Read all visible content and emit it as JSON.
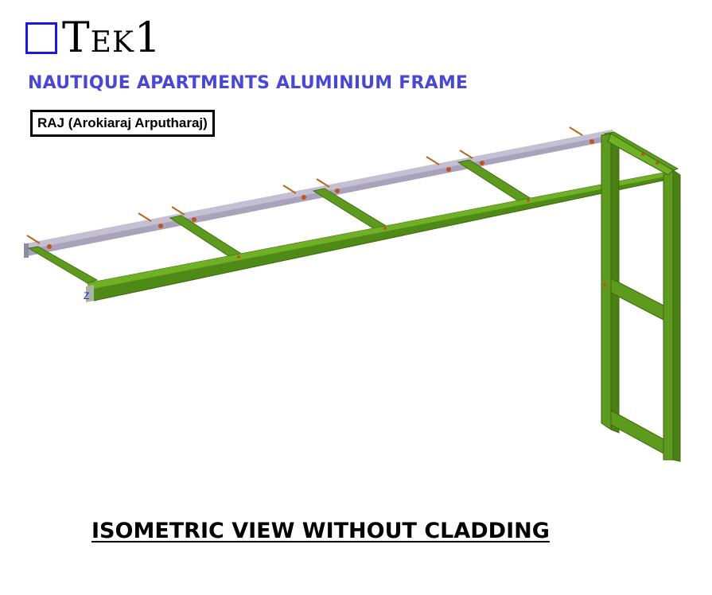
{
  "logo": {
    "text": "Tek1",
    "box_color": "#1a1ad8"
  },
  "header": {
    "title": "NAUTIQUE APARTMENTS ALUMINIUM FRAME",
    "author": "RAJ (Arokiaraj Arputharaj)"
  },
  "drawing": {
    "axis_label": "Z",
    "frame_color": "#5d9a1d",
    "back_beam_color": "#a8a2ba",
    "bolt_color": "#c0541c"
  },
  "caption": "ISOMETRIC VIEW WITHOUT CLADDING"
}
